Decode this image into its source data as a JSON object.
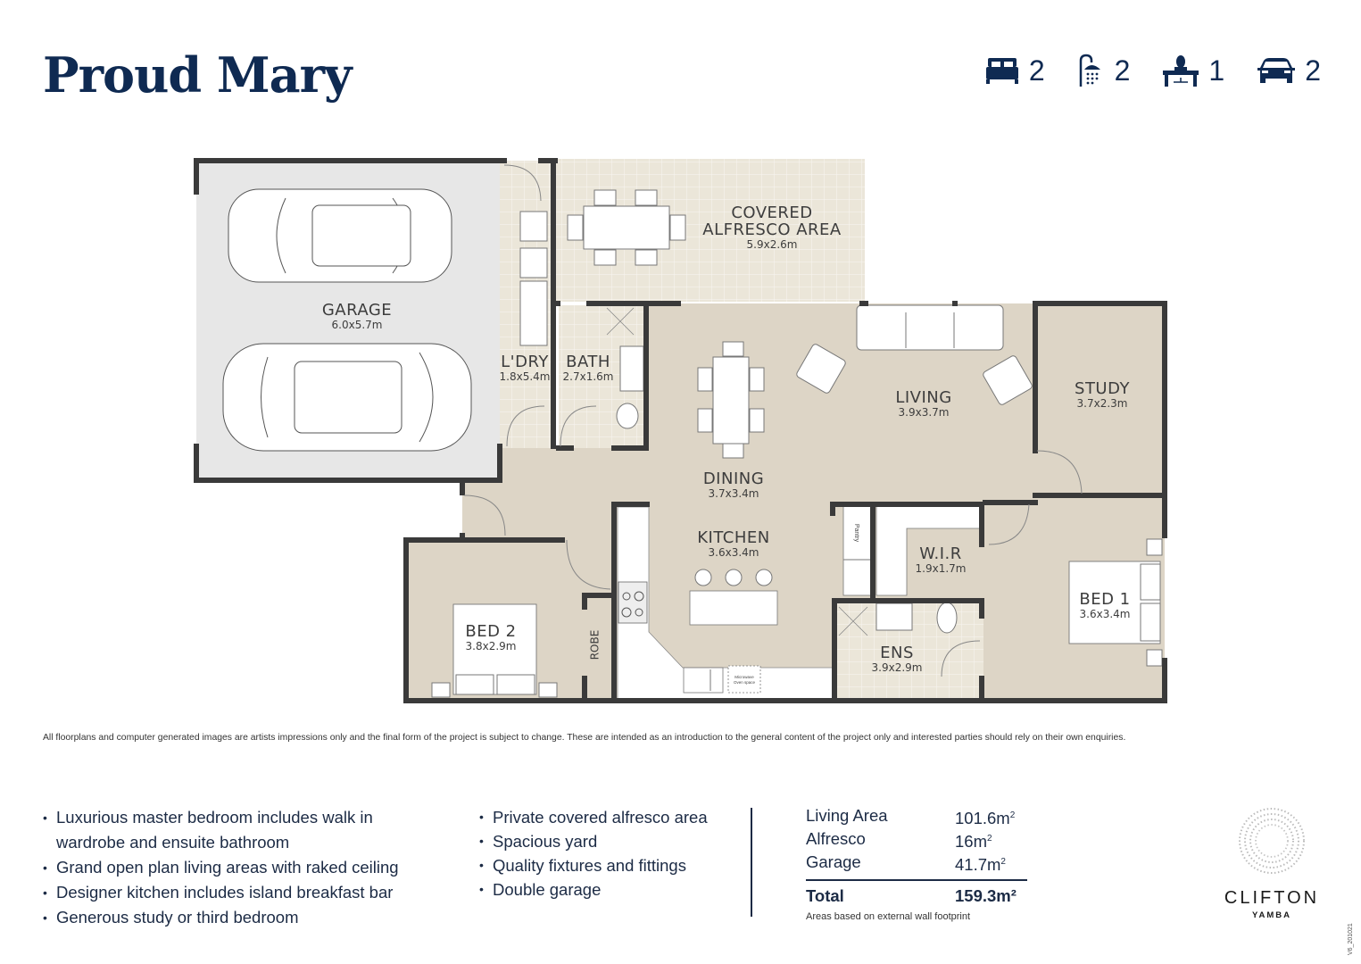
{
  "header": {
    "title": "Proud Mary",
    "specs": [
      {
        "icon": "bed-icon",
        "value": "2"
      },
      {
        "icon": "shower-icon",
        "value": "2"
      },
      {
        "icon": "desk-icon",
        "value": "1"
      },
      {
        "icon": "car-icon",
        "value": "2"
      }
    ]
  },
  "colors": {
    "navy": "#0f2a52",
    "wall": "#3a3a3a",
    "floor": "#ddd5c6",
    "tile": "#ece7dc",
    "garage": "#e8e8e8"
  },
  "rooms": [
    {
      "name": "GARAGE",
      "dims": "6.0x5.7m"
    },
    {
      "name": "COVERED",
      "name2": "ALFRESCO AREA",
      "dims": "5.9x2.6m"
    },
    {
      "name": "L'DRY",
      "dims": "1.8x5.4m"
    },
    {
      "name": "BATH",
      "dims": "2.7x1.6m"
    },
    {
      "name": "LIVING",
      "dims": "3.9x3.7m"
    },
    {
      "name": "STUDY",
      "dims": "3.7x2.3m"
    },
    {
      "name": "DINING",
      "dims": "3.7x3.4m"
    },
    {
      "name": "KITCHEN",
      "dims": "3.6x3.4m"
    },
    {
      "name": "W.I.R",
      "dims": "1.9x1.7m"
    },
    {
      "name": "BED 1",
      "dims": "3.6x3.4m"
    },
    {
      "name": "BED 2",
      "dims": "3.8x2.9m"
    },
    {
      "name": "ENS",
      "dims": "3.9x2.9m"
    }
  ],
  "fixtures": {
    "pantry": "Pantry",
    "robe": "ROBE",
    "microwave_line1": "Microwave",
    "microwave_line2": "Oven space"
  },
  "disclaimer": "All floorplans and computer generated images are artists impressions only and the final form of the project is subject to change. These are intended as an introduction to the general content of the project only and interested parties should rely on their own enquiries.",
  "features": {
    "left": [
      "Luxurious master bedroom includes walk in wardrobe and ensuite bathroom",
      "Grand open plan living areas with raked ceiling",
      "Designer kitchen includes island breakfast bar",
      "Generous study or third bedroom"
    ],
    "right": [
      "Private covered alfresco area",
      "Spacious yard",
      "Quality fixtures and fittings",
      "Double garage"
    ]
  },
  "areas": {
    "rows": [
      {
        "label": "Living Area",
        "value": "101.6m",
        "unit": "2"
      },
      {
        "label": "Alfresco",
        "value": "16m",
        "unit": "2"
      },
      {
        "label": "Garage",
        "value": "41.7m",
        "unit": "2"
      }
    ],
    "total_label": "Total",
    "total_value": "159.3m²",
    "note": "Areas based on external wall footprint"
  },
  "logo": {
    "brand": "CLIFTON",
    "sub": "YAMBA"
  },
  "version": "V6_201021"
}
